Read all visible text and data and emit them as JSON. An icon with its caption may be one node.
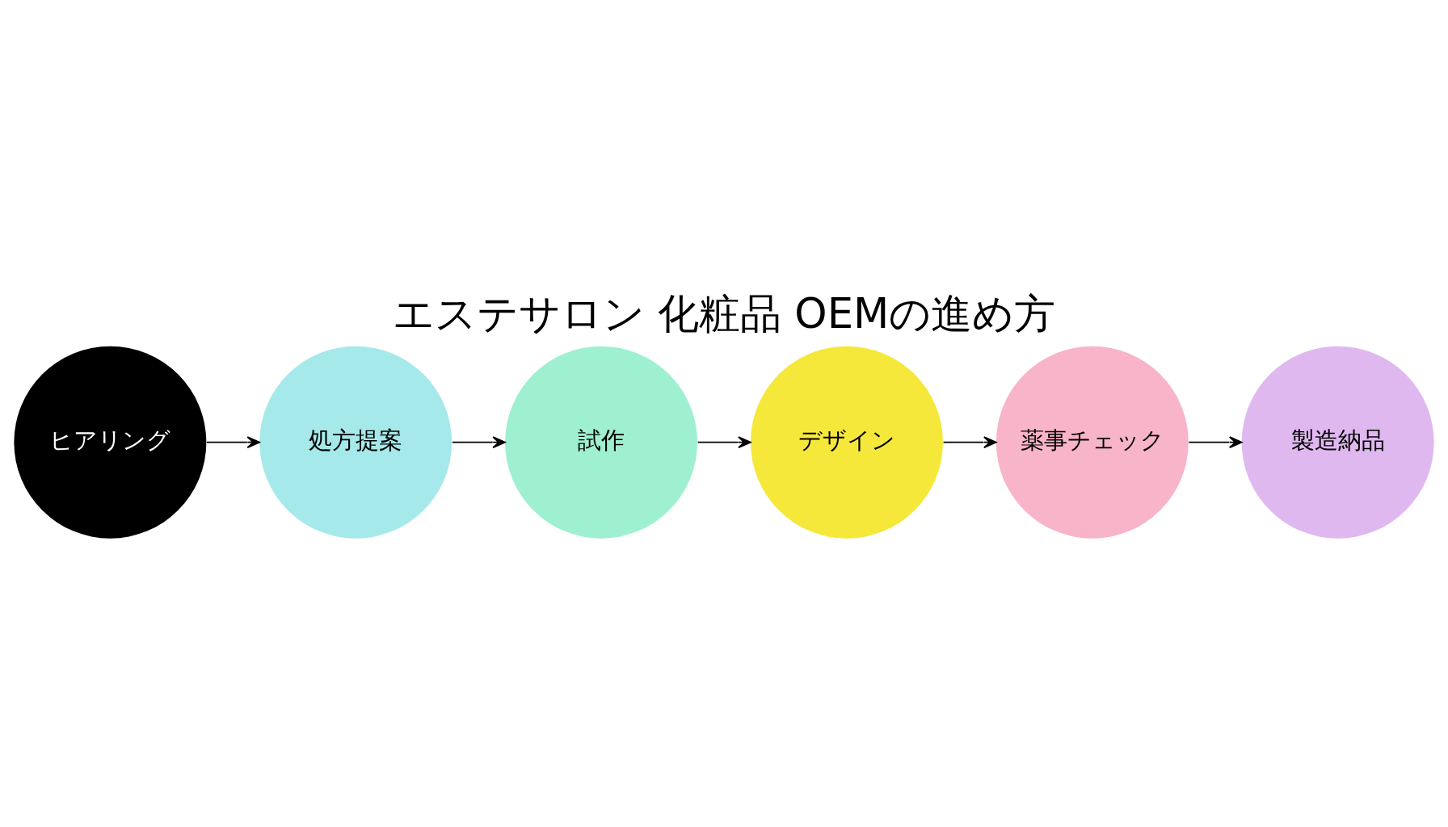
{
  "diagram": {
    "title": "エステサロン 化粧品 OEMの進め方",
    "nodes": [
      {
        "text": [
          "ヒアリング"
        ]
      },
      {
        "text": [
          "処方提案"
        ]
      },
      {
        "text": [
          "試作"
        ]
      },
      {
        "text": [
          "デザイン"
        ]
      },
      {
        "text": [
          "薬事チェック"
        ]
      },
      {
        "text": [
          "製造納品"
        ]
      }
    ],
    "edges": [
      {
        "from": 0,
        "to": 1,
        "arrow": "to"
      },
      {
        "from": 1,
        "to": 2,
        "arrow": "to"
      },
      {
        "from": 2,
        "to": 3,
        "arrow": "to"
      },
      {
        "from": 3,
        "to": 4,
        "arrow": "to"
      },
      {
        "from": 4,
        "to": 5,
        "arrow": "to"
      }
    ]
  }
}
